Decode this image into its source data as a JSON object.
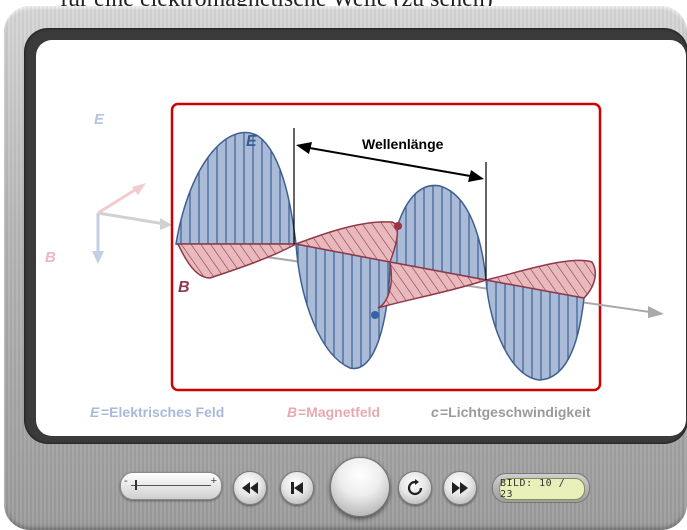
{
  "caption_top": "für eine elektromagnetische Welle (zu sehen)",
  "diagram": {
    "e_label": "E",
    "b_label": "B",
    "wavelength_label": "Wellenlänge",
    "legend": {
      "e_symbol": "E",
      "e_text": "=Elektrisches Feld",
      "b_symbol": "B",
      "b_text": "=Magnetfeld",
      "c_symbol": "c",
      "c_text": "=Lichtgeschwindigkeit"
    },
    "colors": {
      "e_field": "#5a77a8",
      "b_field": "#a14b5c",
      "frame": "#d10000"
    }
  },
  "player": {
    "slider_min": "-",
    "slider_max": "+",
    "counter_text": "BILD: 10 / 23",
    "icons": [
      "rewind-icon",
      "step-back-icon",
      "play-icon",
      "replay-icon",
      "forward-icon"
    ]
  }
}
